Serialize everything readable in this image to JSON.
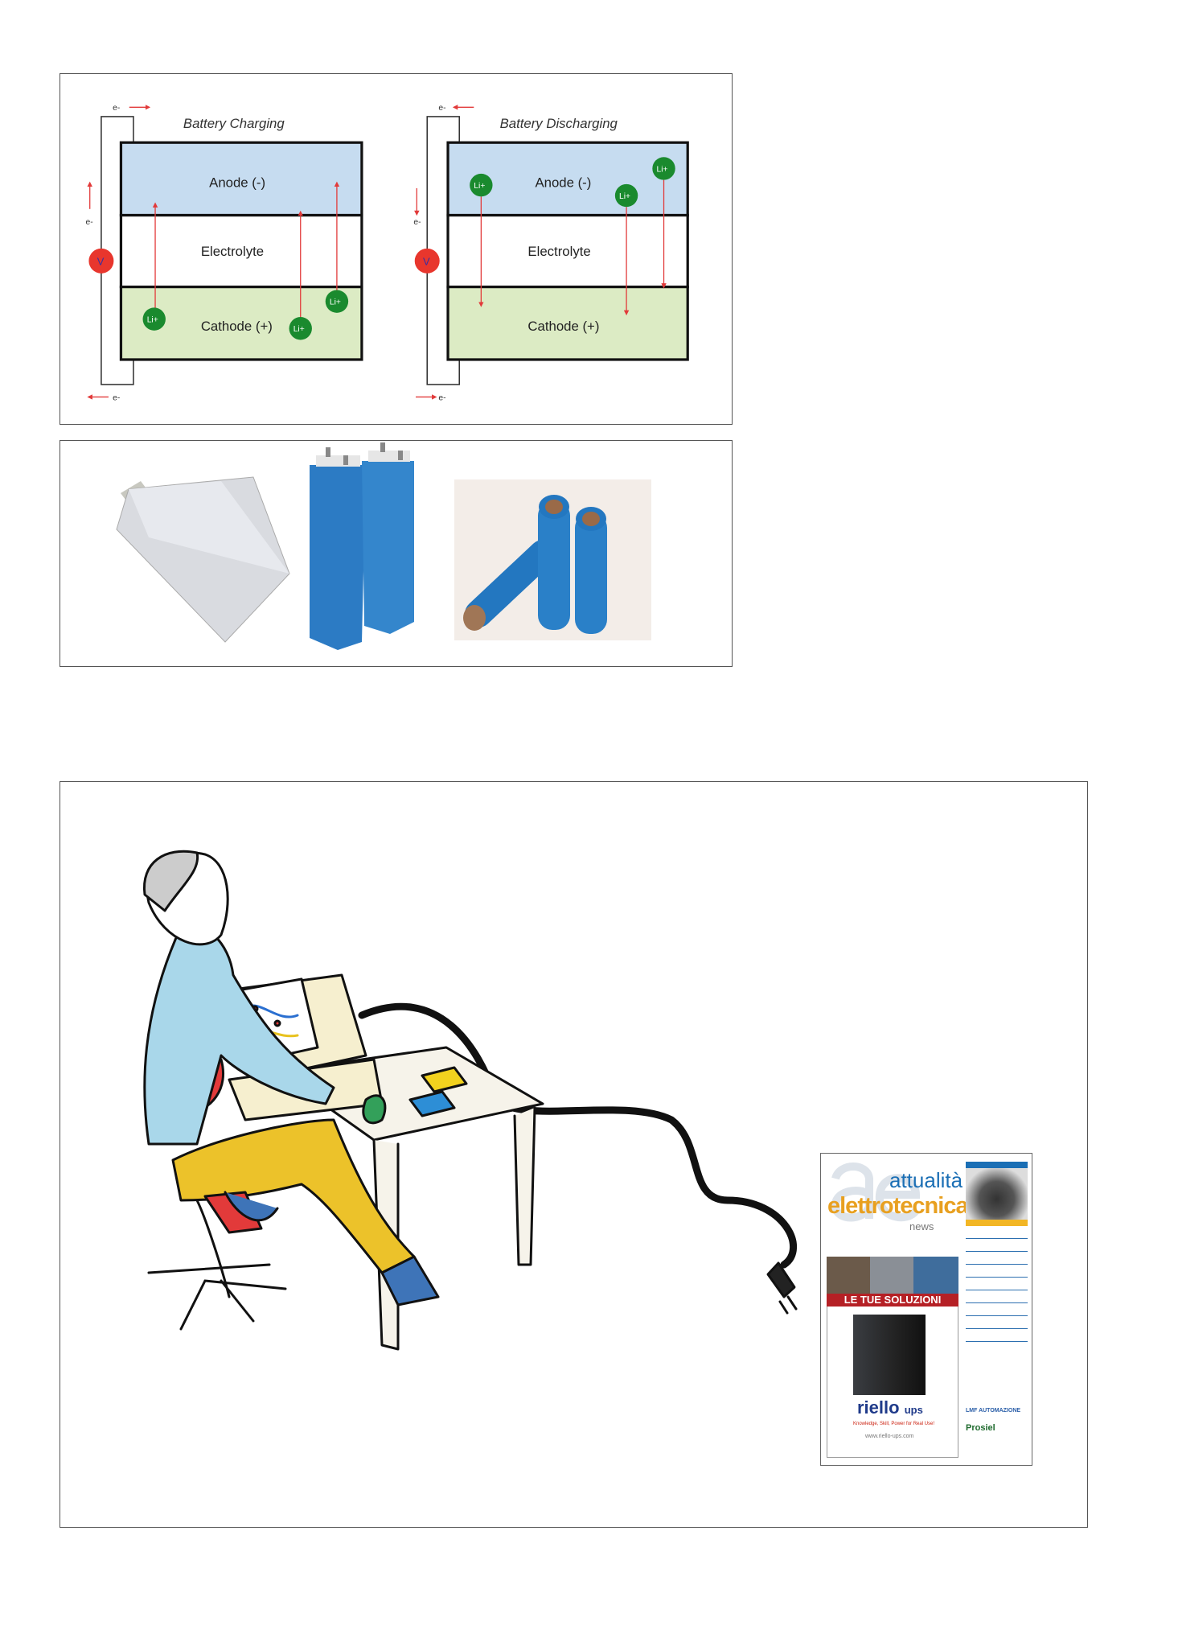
{
  "diagram": {
    "charging": {
      "title": "Battery Charging",
      "anode": "Anode (-)",
      "electrolyte": "Electrolyte",
      "cathode": "Cathode (+)",
      "ion": "Li+",
      "electron": "e-",
      "meter": "V"
    },
    "discharging": {
      "title": "Battery Discharging",
      "anode": "Anode (-)",
      "electrolyte": "Electrolyte",
      "cathode": "Cathode (+)",
      "ion": "Li+",
      "electron": "e-",
      "meter": "V"
    },
    "colors": {
      "anode": "#c6dcf0",
      "cathode": "#dcebc4",
      "ion": "#1a8a2e",
      "arrow": "#e23a3a",
      "meter": "#e8362d"
    }
  },
  "cover": {
    "logo_line1": "attualità",
    "logo_line2": "elettrotecnica",
    "logo_line3": "news",
    "logo_mark": "ae",
    "banner": "LE TUE SOLUZIONI",
    "brand": "riello",
    "brand_suffix": "ups",
    "tagline": "Knowledge, Skill, Power for Real Use!",
    "url": "www.riello-ups.com",
    "sponsor1": "LMF AUTOMAZIONE",
    "sponsor2": "Prosiel"
  }
}
